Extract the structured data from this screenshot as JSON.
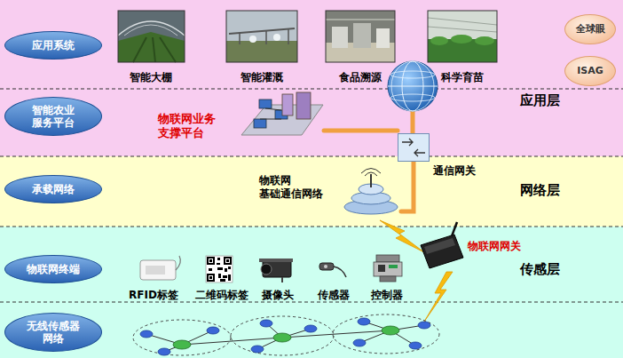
{
  "diagram": {
    "nodes": [
      {
        "text": [
          "应用层"
        ]
      },
      {
        "text": [
          "网络层"
        ]
      },
      {
        "text": [
          "传感层"
        ]
      },
      {
        "text": [
          "应用系统"
        ],
        "in": 0
      },
      {
        "text": [
          "智能农业 服务平台"
        ],
        "in": 0
      },
      {
        "text": [
          "全球眼"
        ],
        "in": 0
      },
      {
        "text": [
          "ISAG"
        ],
        "in": 0
      },
      {
        "text": [
          "通信网关"
        ]
      },
      {
        "text": [
          "承载网络"
        ],
        "in": 1
      },
      {
        "text": [
          "物联网终端"
        ],
        "in": 2
      },
      {
        "text": [
          "无线传感器 网络"
        ],
        "in": 2
      }
    ],
    "labels": [
      "智能大棚",
      "智能灌溉",
      "食品溯源",
      "科学育苗",
      "物联网业务 支撑平台",
      "物联网 基础通信网络",
      "物联网网关",
      "RFID标签",
      "二维码标签",
      "摄像头",
      "传感器",
      "控制器"
    ]
  }
}
